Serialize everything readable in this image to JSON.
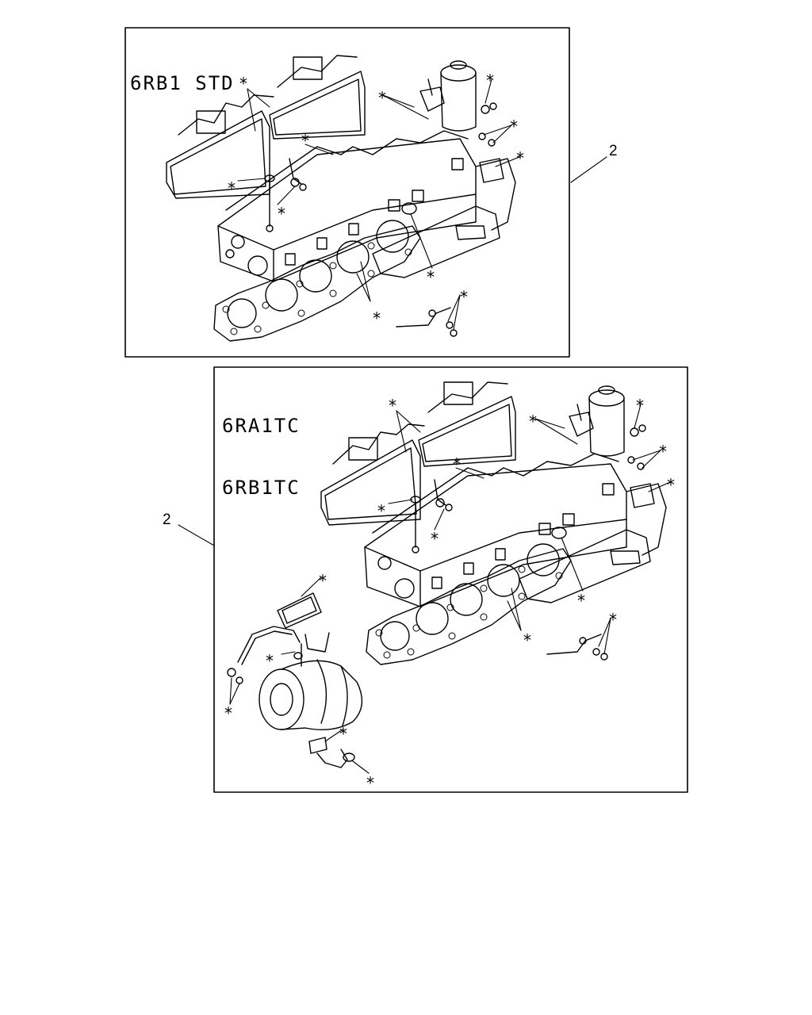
{
  "panels": [
    {
      "title_lines": [
        "6RB1 STD"
      ],
      "callout": "2"
    },
    {
      "title_lines": [
        "6RA1TC",
        "6RB1TC"
      ],
      "callout": "2"
    }
  ],
  "marker_symbol": "⁎"
}
